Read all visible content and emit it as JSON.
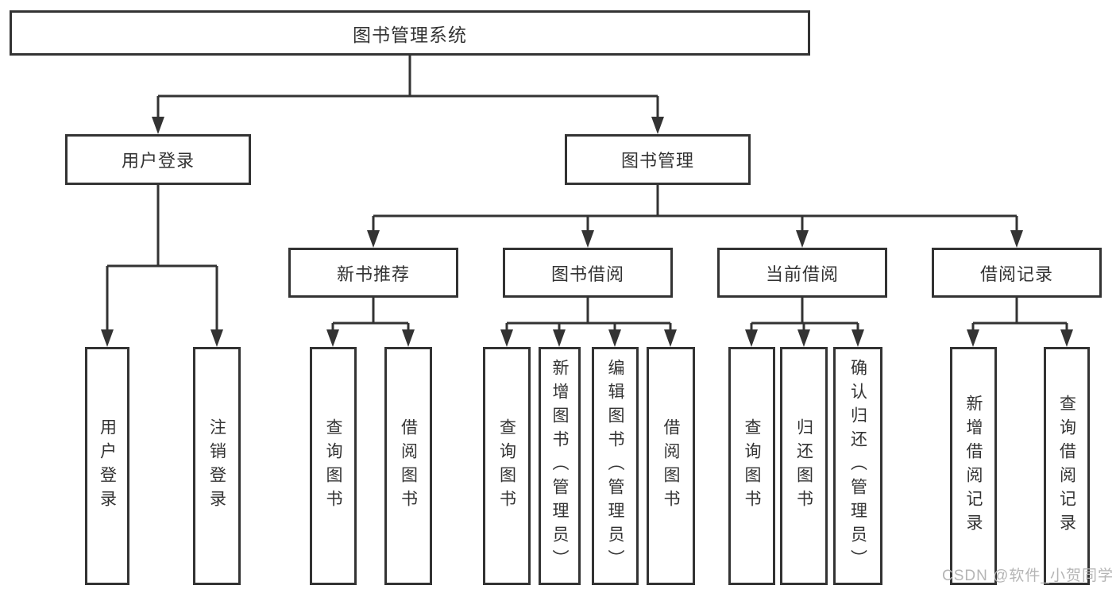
{
  "diagram": {
    "type": "hierarchy-tree",
    "colors": {
      "line": "#333333",
      "box_border": "#333333",
      "text": "#333333",
      "background": "#ffffff"
    },
    "root": {
      "label": "图书管理系统",
      "children": [
        {
          "label": "用户登录",
          "children": [
            {
              "label": "用户登录"
            },
            {
              "label": "注销登录"
            }
          ]
        },
        {
          "label": "图书管理",
          "children": [
            {
              "label": "新书推荐",
              "children": [
                {
                  "label": "查询图书"
                },
                {
                  "label": "借阅图书"
                }
              ]
            },
            {
              "label": "图书借阅",
              "children": [
                {
                  "label": "查询图书"
                },
                {
                  "label": "新增图书（管理员）"
                },
                {
                  "label": "编辑图书（管理员）"
                },
                {
                  "label": "借阅图书"
                }
              ]
            },
            {
              "label": "当前借阅",
              "children": [
                {
                  "label": "查询图书"
                },
                {
                  "label": "归还图书"
                },
                {
                  "label": "确认归还（管理员）"
                }
              ]
            },
            {
              "label": "借阅记录",
              "children": [
                {
                  "label": "新增借阅记录"
                },
                {
                  "label": "查询借阅记录"
                }
              ]
            }
          ]
        }
      ]
    }
  },
  "watermark": {
    "text": "CSDN @软件_小贺同学",
    "color": "#b5b5b5"
  }
}
